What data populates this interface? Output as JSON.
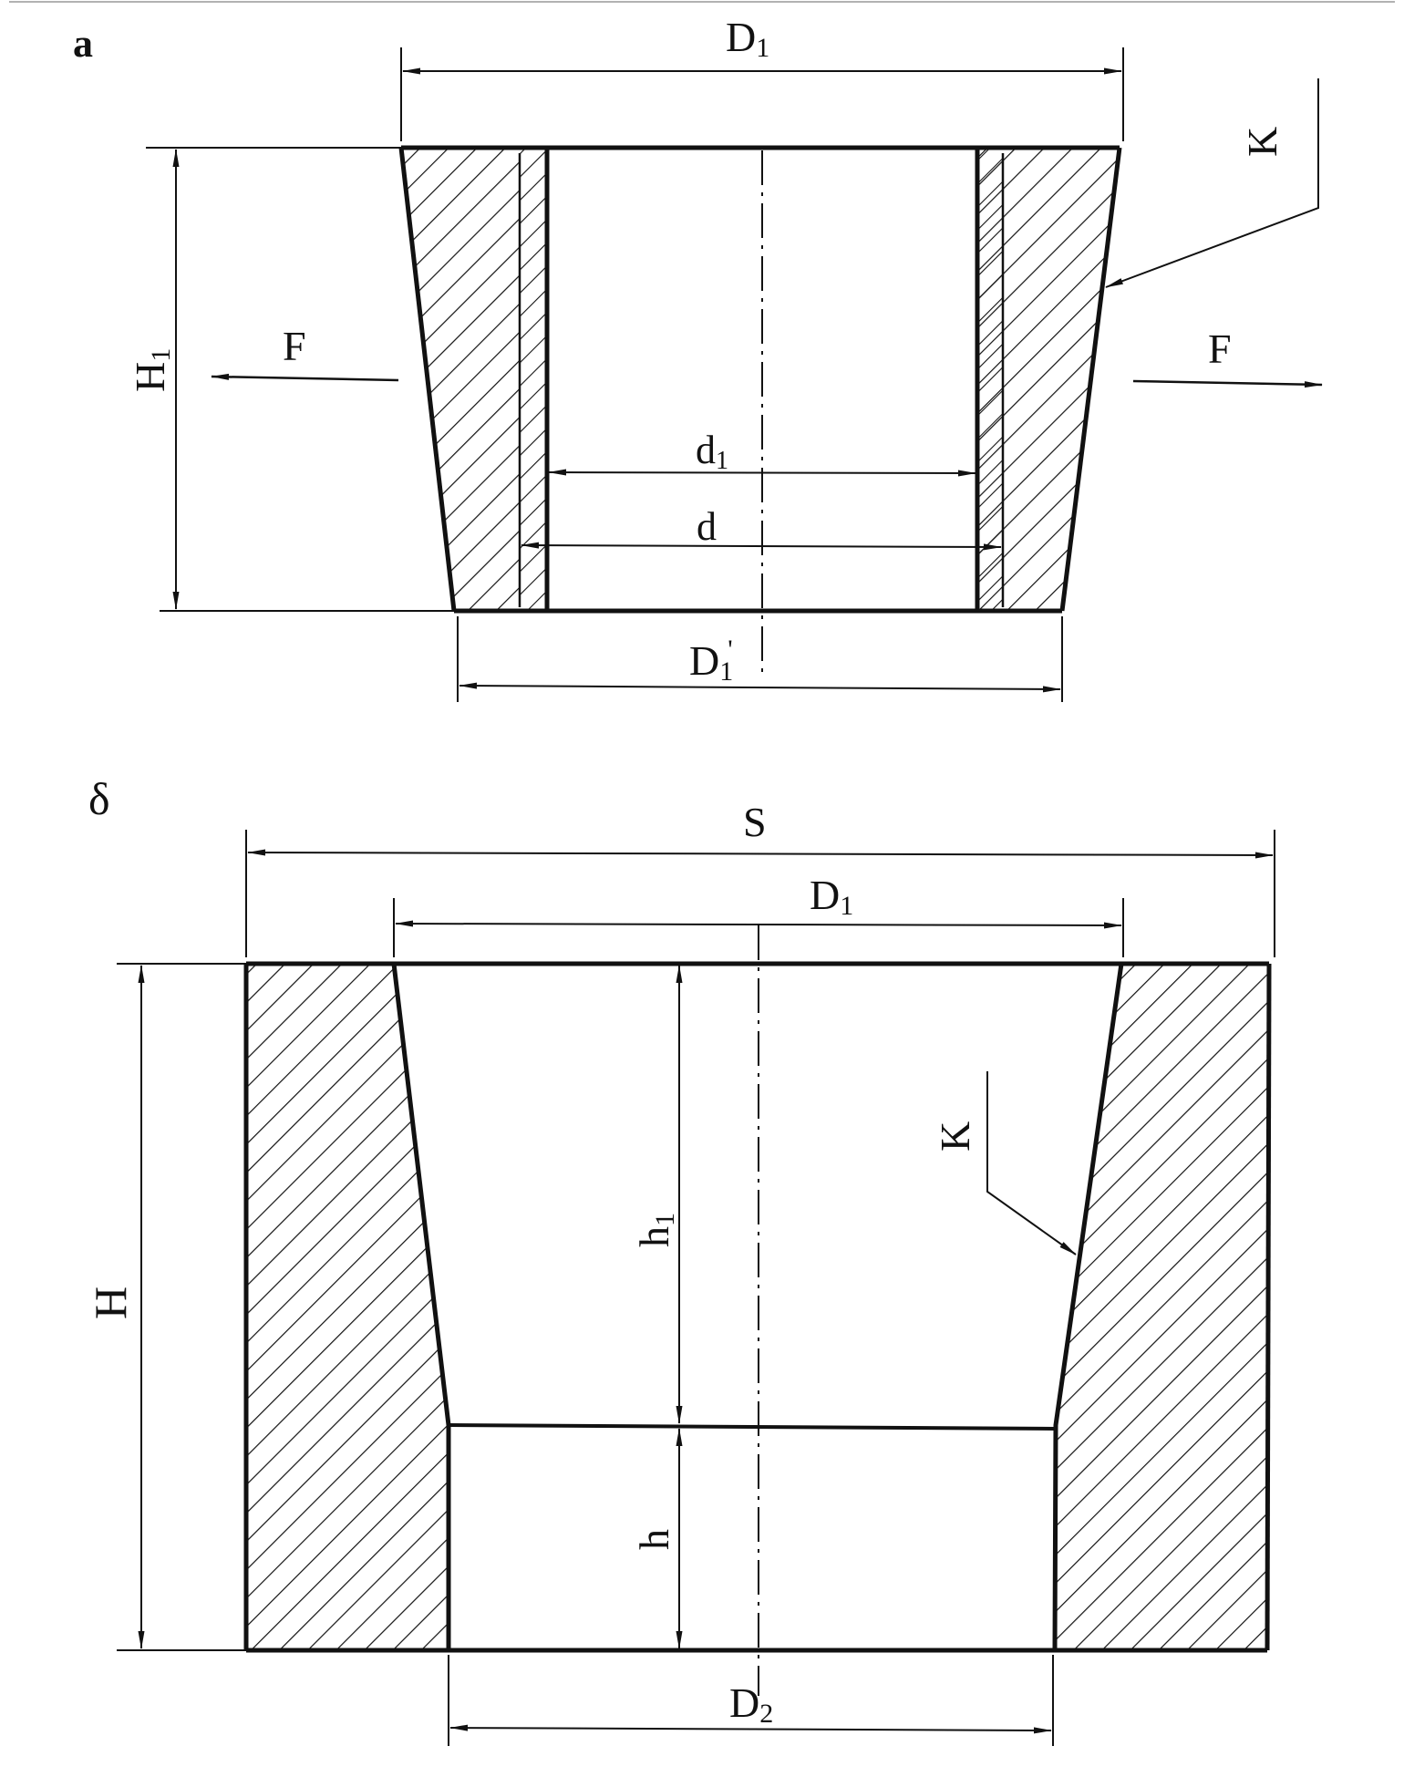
{
  "panel_a": {
    "panel_label": "a",
    "labels": {
      "D1": "D",
      "D1_sub": "1",
      "H1": "H",
      "H1_sub": "1",
      "F_left": "F",
      "F_right": "F",
      "K": "K",
      "d1": "d",
      "d1_sub": "1",
      "d": "d",
      "D1_prime": "D",
      "D1_prime_sub": "1",
      "D1_prime_mark": "'"
    }
  },
  "panel_b": {
    "panel_label": "δ",
    "labels": {
      "S": "S",
      "D1": "D",
      "D1_sub": "1",
      "H": "H",
      "h1": "h",
      "h1_sub": "1",
      "h": "h",
      "K": "K",
      "D2": "D",
      "D2_sub": "2"
    }
  },
  "colors": {
    "ink": "#111111",
    "background": "#ffffff"
  }
}
